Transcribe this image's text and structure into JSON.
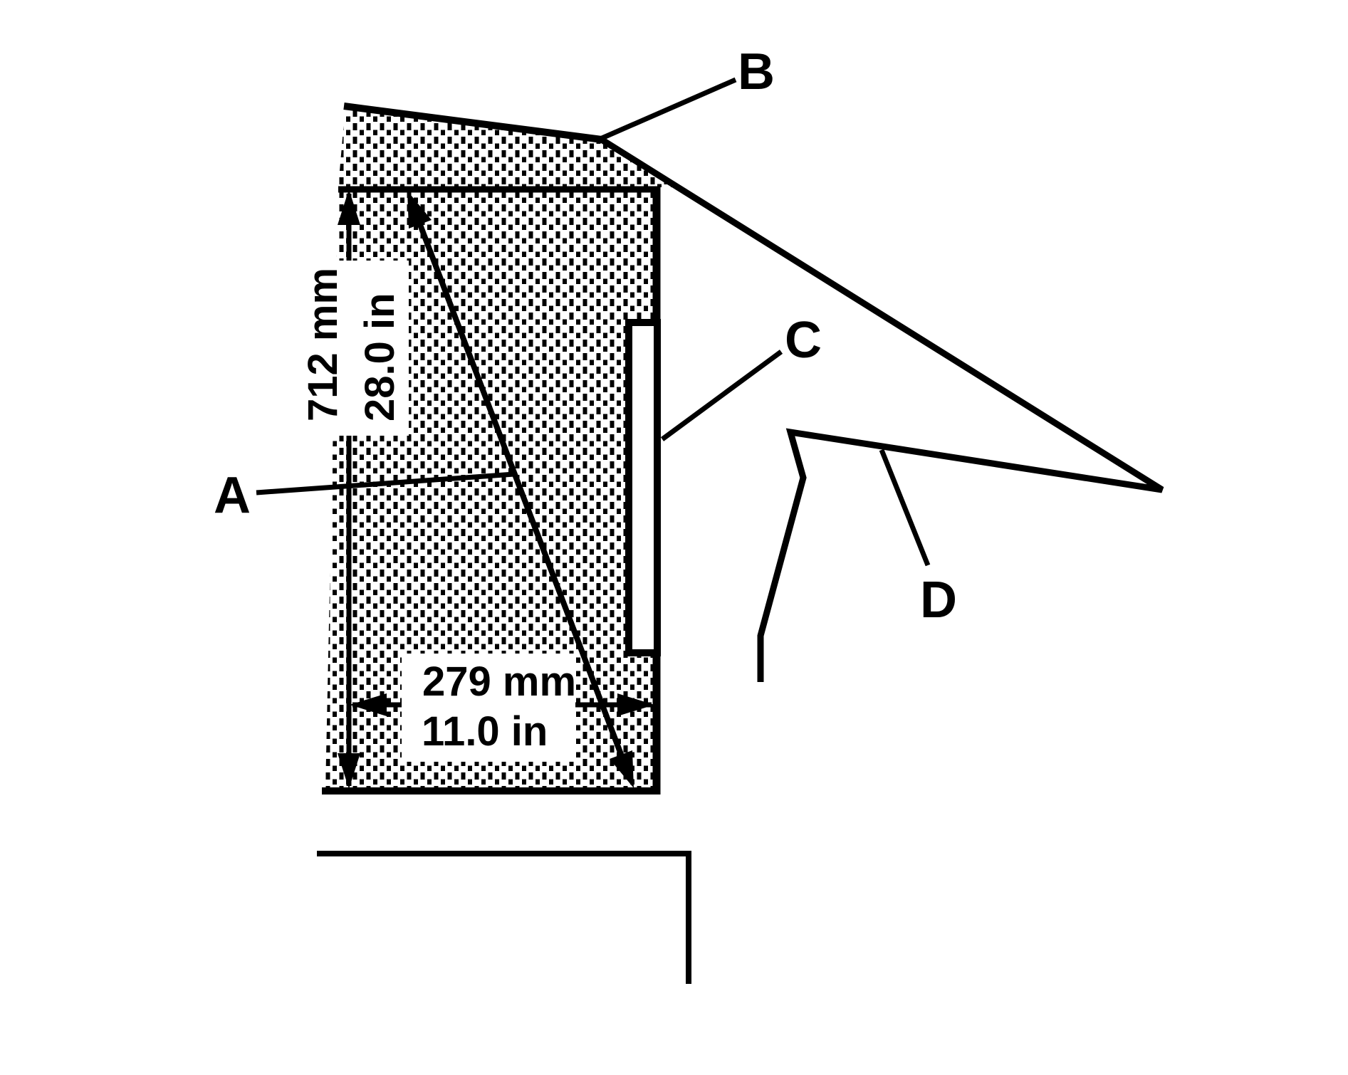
{
  "figure": {
    "background": "#ffffff",
    "line_color": "#000000",
    "description": "Cross-section technical diagram of a stippled panel with dimension arrows and callouts"
  },
  "callouts": {
    "a": "A",
    "b": "B",
    "c": "C",
    "d": "D"
  },
  "dimensions": {
    "vertical": {
      "metric": "712 mm",
      "imperial": "28.0 in"
    },
    "horizontal": {
      "metric": "279 mm",
      "imperial": "11.0 in"
    }
  }
}
